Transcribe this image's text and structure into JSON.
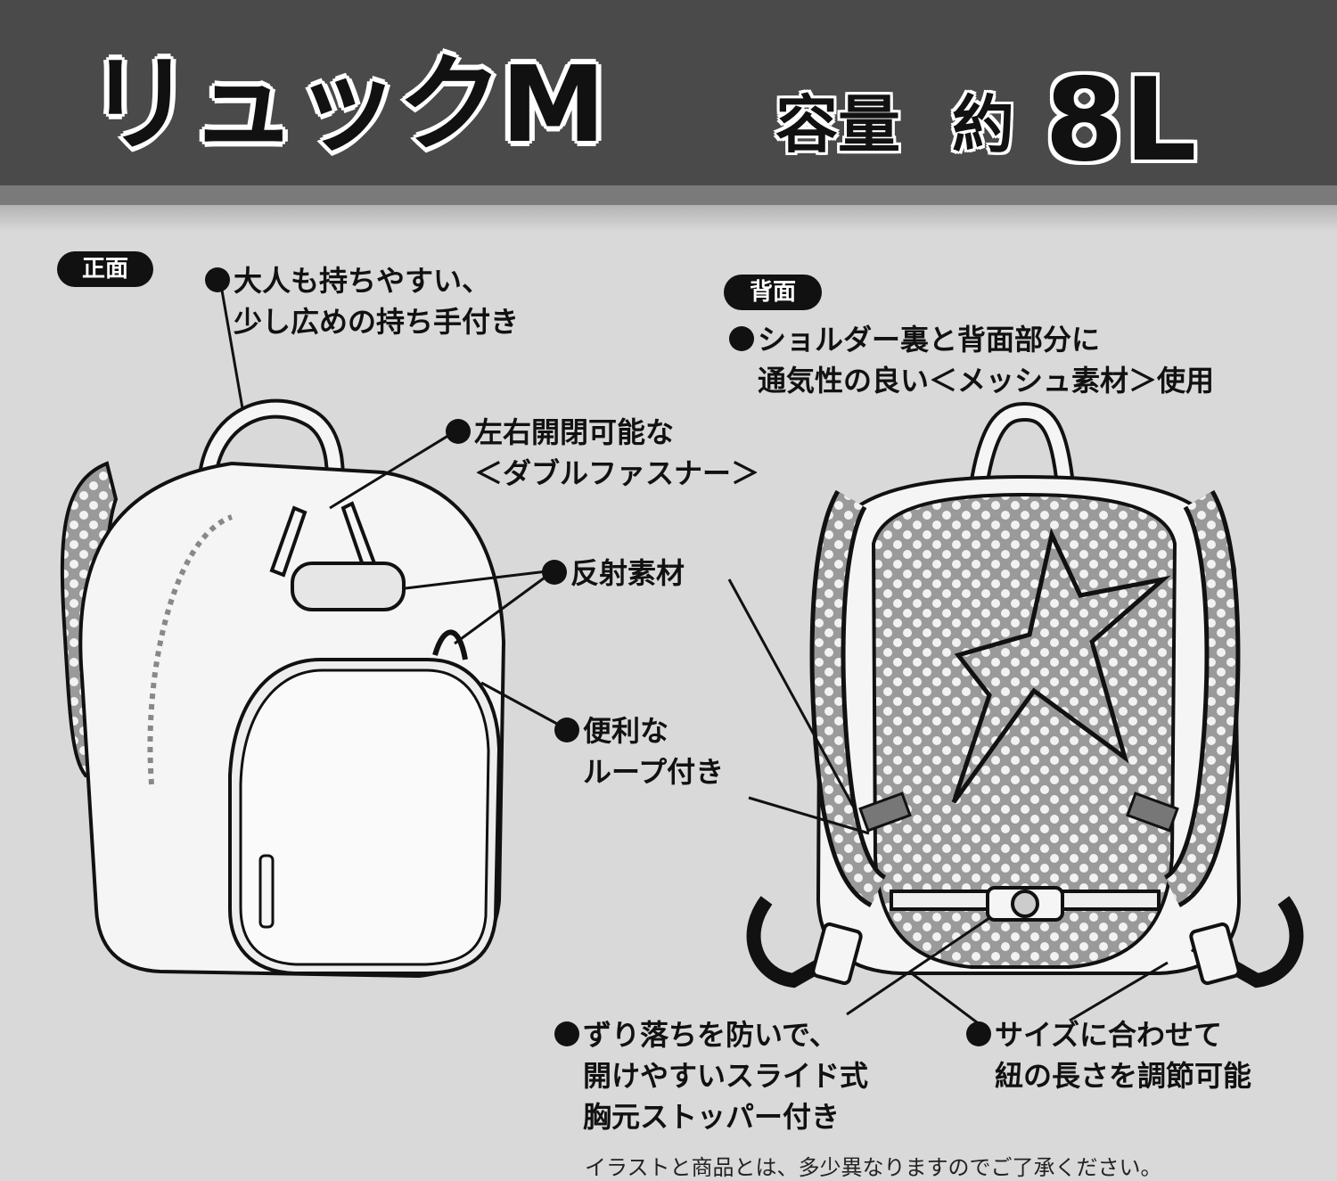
{
  "header": {
    "title": "リュックM",
    "capacity_label": "容量",
    "capacity_approx": "約",
    "capacity_value": "8L"
  },
  "views": {
    "front": "正面",
    "back": "背面"
  },
  "notes": {
    "handle": [
      "大人も持ちやすい、",
      "少し広めの持ち手付き"
    ],
    "zipper": [
      "左右開閉可能な",
      "＜ダブルファスナー＞"
    ],
    "reflective": [
      "反射素材"
    ],
    "loop": [
      "便利な",
      "ループ付き"
    ],
    "mesh": [
      "ショルダー裏と背面部分に",
      "通気性の良い＜メッシュ素材＞使用"
    ],
    "chest_stopper": [
      "ずり落ちを防いで、",
      "開けやすいスライド式",
      "胸元ストッパー付き"
    ],
    "strap_adjust": [
      "サイズに合わせて",
      "紐の長さを調節可能"
    ]
  },
  "disclaimer": "イラストと商品とは、多少異なりますのでご了承ください。",
  "colors": {
    "background": "#d9d9d9",
    "header": "#4a4a4a",
    "ink": "#111111",
    "fill": "#f5f5f5"
  }
}
